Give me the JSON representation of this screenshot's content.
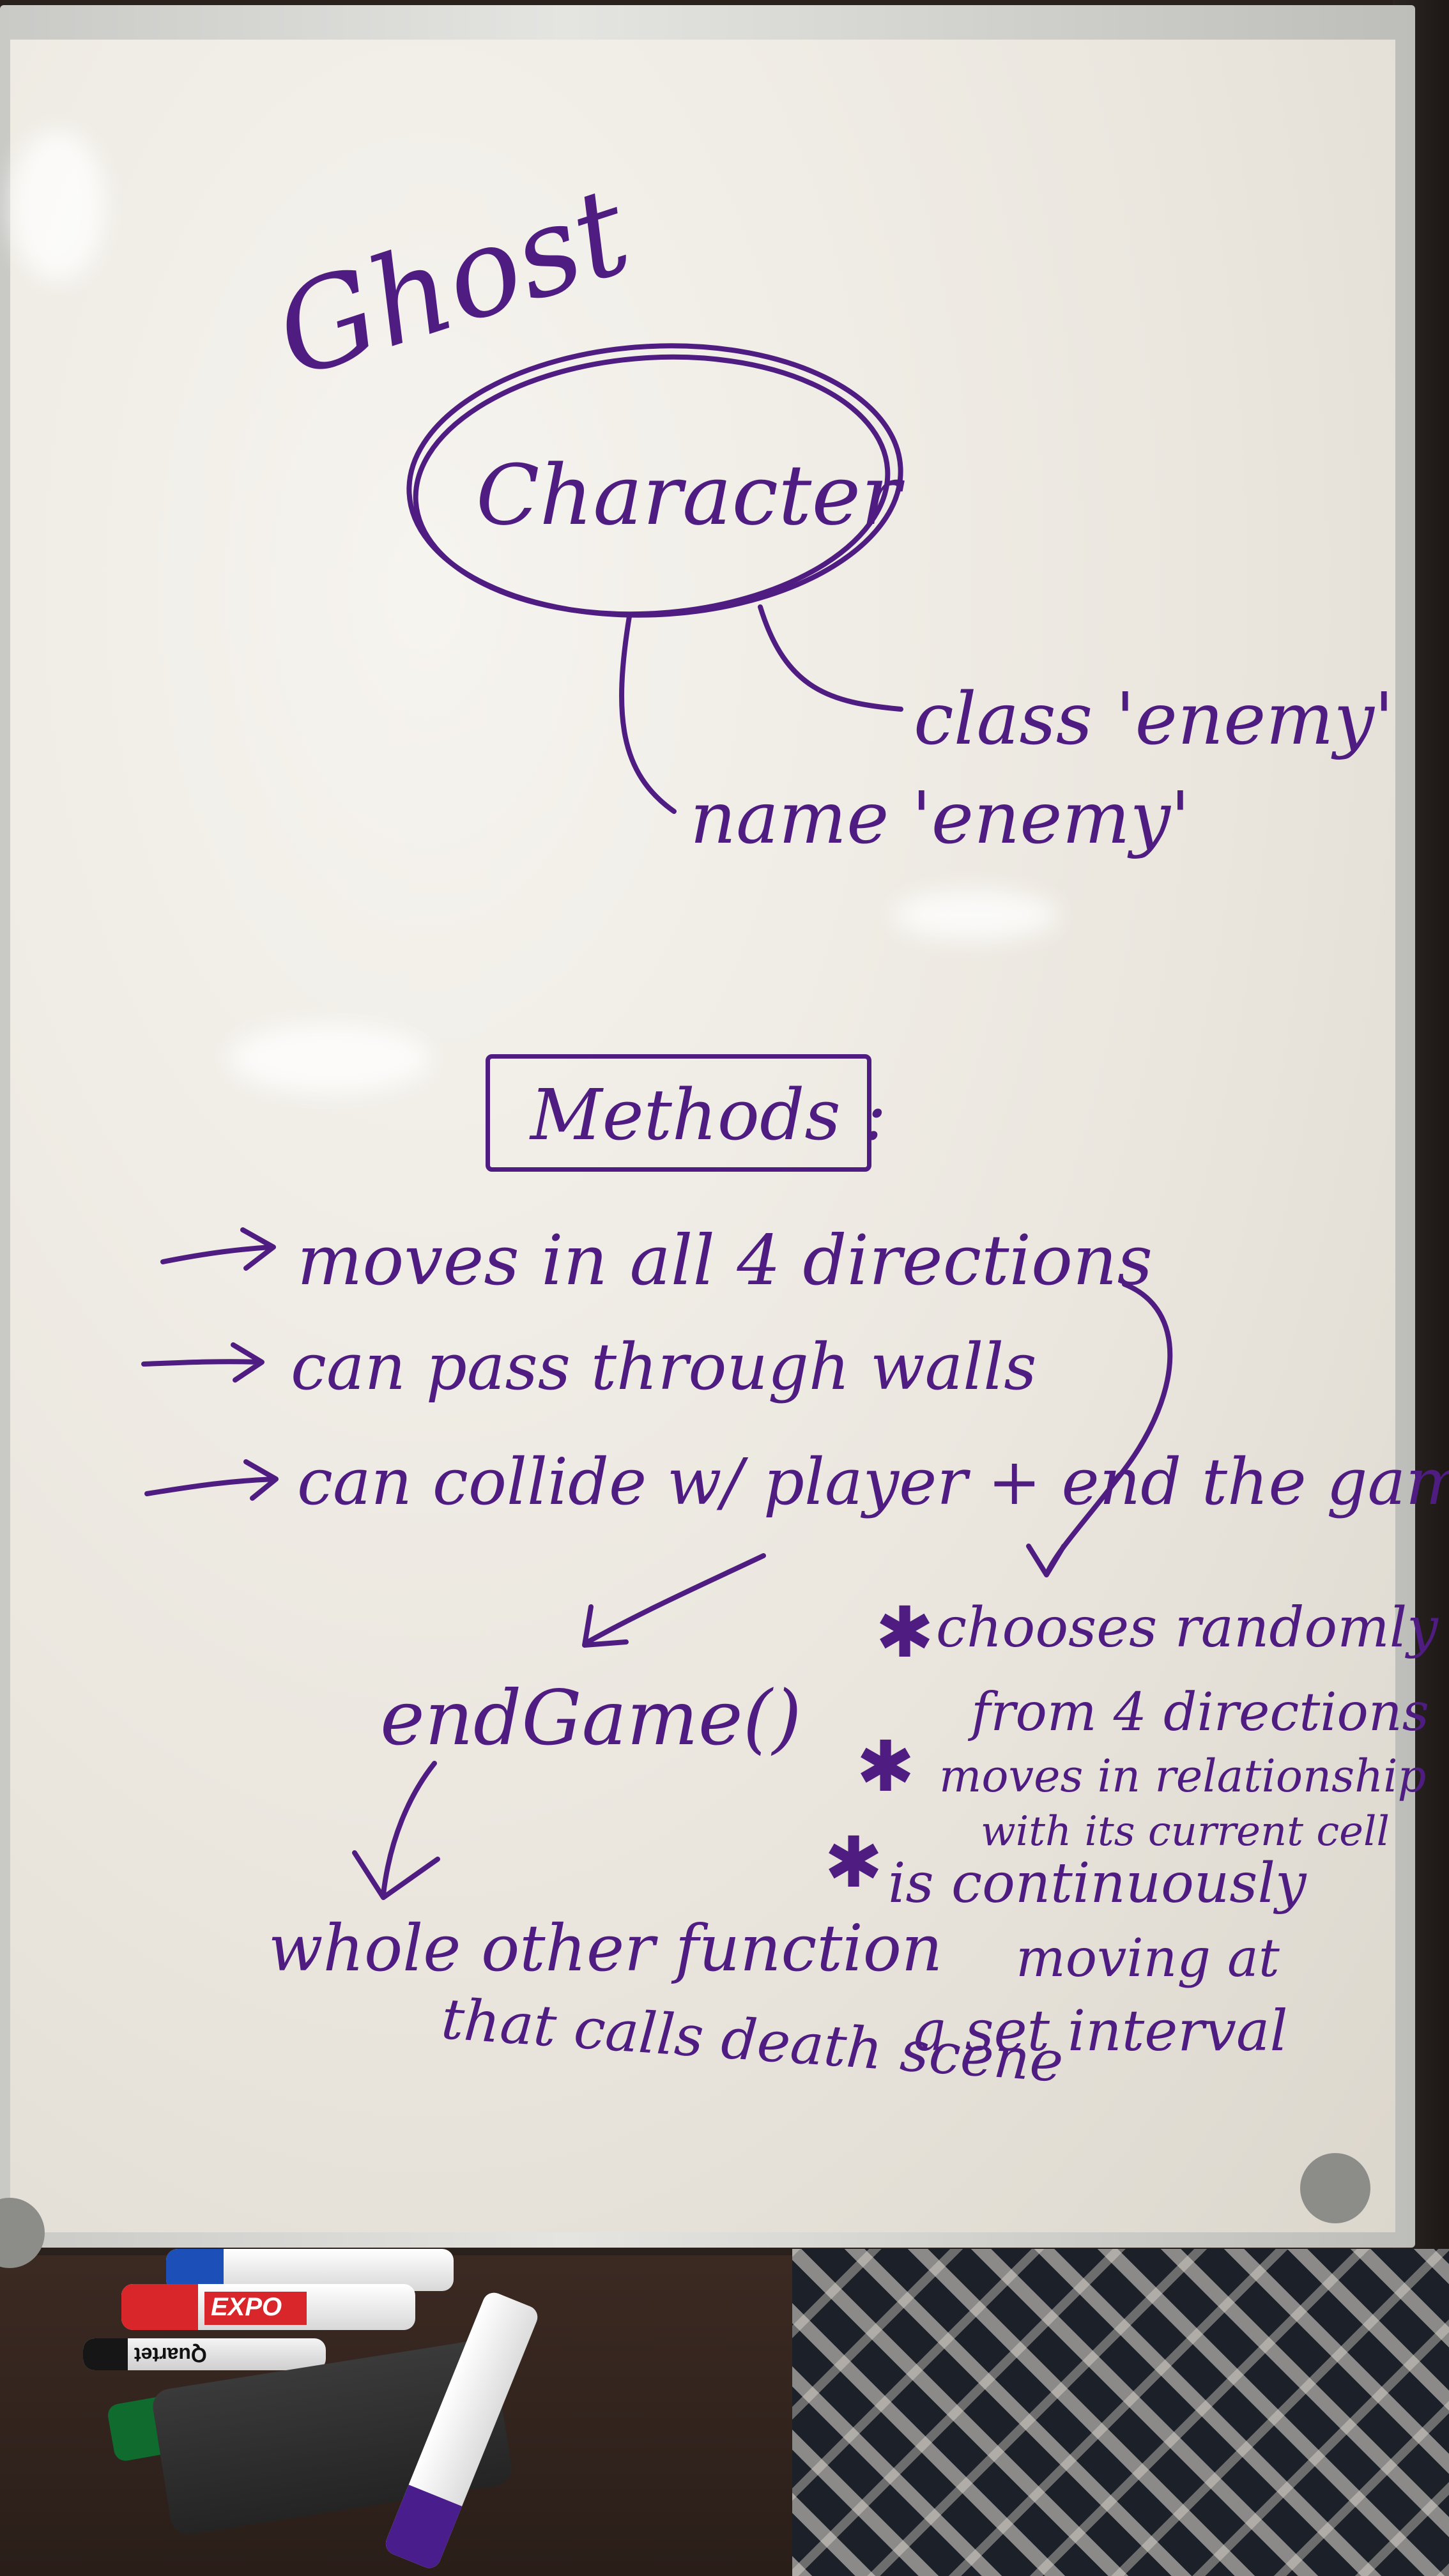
{
  "board": {
    "title": "Ghost",
    "circle_label": "Character",
    "class_attr": "class 'enemy'",
    "name_attr": "name 'enemy'",
    "methods_heading": "Methods :",
    "methods": [
      "moves in all 4 directions",
      "can pass through walls",
      "can collide w/ player + end the game"
    ],
    "end_game": "endGame()",
    "end_game_note_line1": "whole other function",
    "end_game_note_line2": "that calls death scene",
    "movement_notes": [
      "chooses randomly",
      "from 4 directions",
      "moves in relationship",
      "with its current cell",
      "is continuously",
      "moving at",
      "a set interval"
    ],
    "ink_color": "#4f1c82"
  },
  "markers": {
    "red_marker_label": "EXPO",
    "black_marker_label": "Quartet"
  }
}
